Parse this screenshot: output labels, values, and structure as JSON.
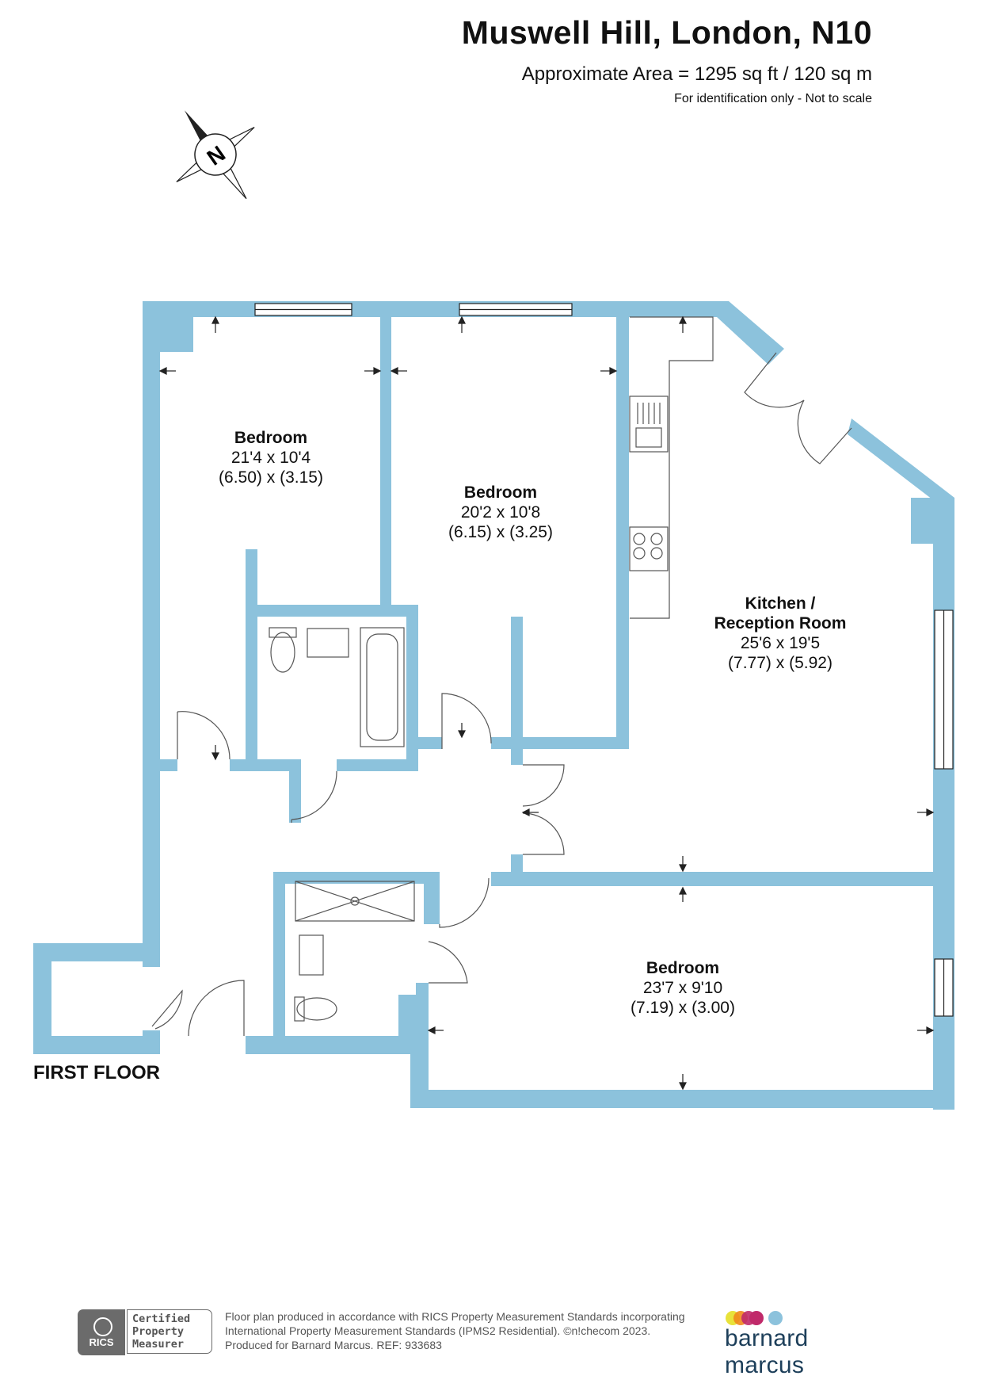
{
  "header": {
    "title": "Muswell Hill, London, N10",
    "area": "Approximate Area = 1295 sq ft / 120 sq m",
    "note": "For identification only - Not to scale"
  },
  "compass": {
    "letter": "N"
  },
  "colors": {
    "wall": "#8cc2dc",
    "ink": "#222222",
    "footer_grey": "#6b6b6b",
    "bm_navy": "#1d3f5a"
  },
  "rooms": [
    {
      "name": "Bedroom",
      "imperial": "21'4 x 10'4",
      "metric": "(6.50) x (3.15)"
    },
    {
      "name": "Bedroom",
      "imperial": "20'2 x 10'8",
      "metric": "(6.15) x (3.25)"
    },
    {
      "name": "Kitchen /",
      "name2": "Reception Room",
      "imperial": "25'6 x 19'5",
      "metric": "(7.77) x (5.92)"
    },
    {
      "name": "Bedroom",
      "imperial": "23'7 x 9'10",
      "metric": "(7.19) x (3.00)"
    }
  ],
  "floor_label": "FIRST FLOOR",
  "rics": {
    "badge": "RICS",
    "cert_line1": "Certified",
    "cert_line2": "Property",
    "cert_line3": "Measurer"
  },
  "footer": {
    "line1": "Floor plan produced in accordance with RICS Property Measurement Standards incorporating",
    "line2": "International Property Measurement Standards (IPMS2 Residential).   ©n!checom 2023.",
    "line3": "Produced for Barnard Marcus.    REF:  933683"
  },
  "brand": {
    "name": "barnard marcus",
    "dot_colors": [
      "#e8e23a",
      "#f08a1c",
      "#c02a6a",
      "#8cc2dc"
    ]
  }
}
